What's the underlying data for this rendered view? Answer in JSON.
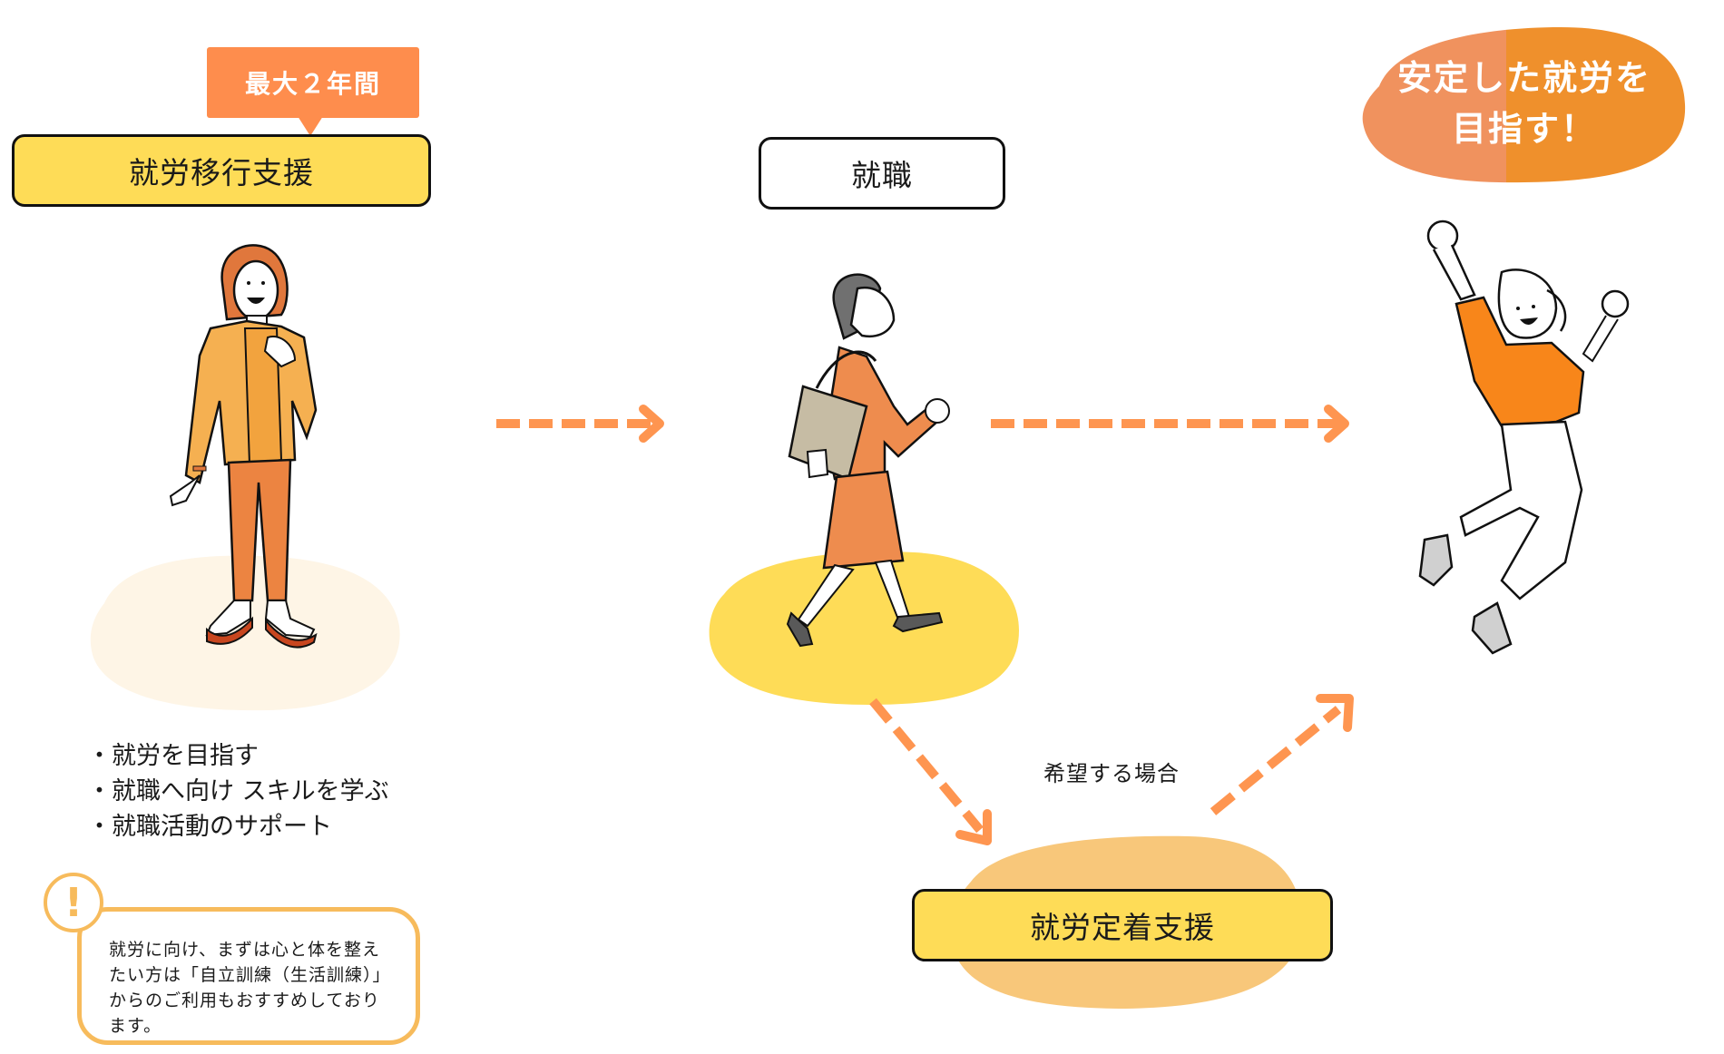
{
  "stages": {
    "transition": {
      "label": "就労移行支援",
      "duration_badge": "最大２年間",
      "points": [
        "就労を目指す",
        "就職へ向け スキルを学ぶ",
        "就職活動のサポート"
      ],
      "note": {
        "icon": "exclamation-icon",
        "text": "就労に向け、まずは心と体を整えたい方は「自立訓練（生活訓練）」からのご利用もおすすめしております。"
      }
    },
    "employment": {
      "label": "就職"
    },
    "retention": {
      "label": "就労定着支援",
      "condition": "希望する場合"
    },
    "goal": {
      "line1": "安定した就労を",
      "line2": "目指す！"
    }
  },
  "colors": {
    "yellow": "#fedc57",
    "orange_badge": "#fe8d4d",
    "arrow": "#fe9550",
    "note_border": "#f7bb5c",
    "goal_left": "#f0925e",
    "goal_right": "#ef902c",
    "blob_cream": "#fef5e6",
    "blob_yellow": "#fedc57",
    "blob_peach": "#f8c77a"
  },
  "flow": [
    {
      "from": "就労移行支援",
      "to": "就職"
    },
    {
      "from": "就職",
      "to": "安定した就労を目指す！"
    },
    {
      "from": "就職",
      "to": "就労定着支援"
    },
    {
      "from": "就労定着支援",
      "to": "安定した就労を目指す！"
    }
  ]
}
